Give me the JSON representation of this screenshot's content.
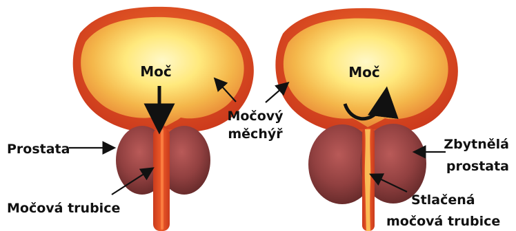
{
  "labels": {
    "left_urine": "Moč",
    "right_urine": "Moč",
    "bladder_line1": "Močový",
    "bladder_line2": "měchýř",
    "prostate": "Prostata",
    "urethra": "Močová trubice",
    "enlarged_line1": "Zbytnělá",
    "enlarged_line2": "prostata",
    "compressed_line1": "Stlačená",
    "compressed_line2": "močová trubice"
  },
  "colors": {
    "bladder_outer": "#d54b20",
    "bladder_inner": "#fff1a3",
    "prostate": "#8f3a3a",
    "urethra": "#d94a25",
    "text": "#111111"
  }
}
